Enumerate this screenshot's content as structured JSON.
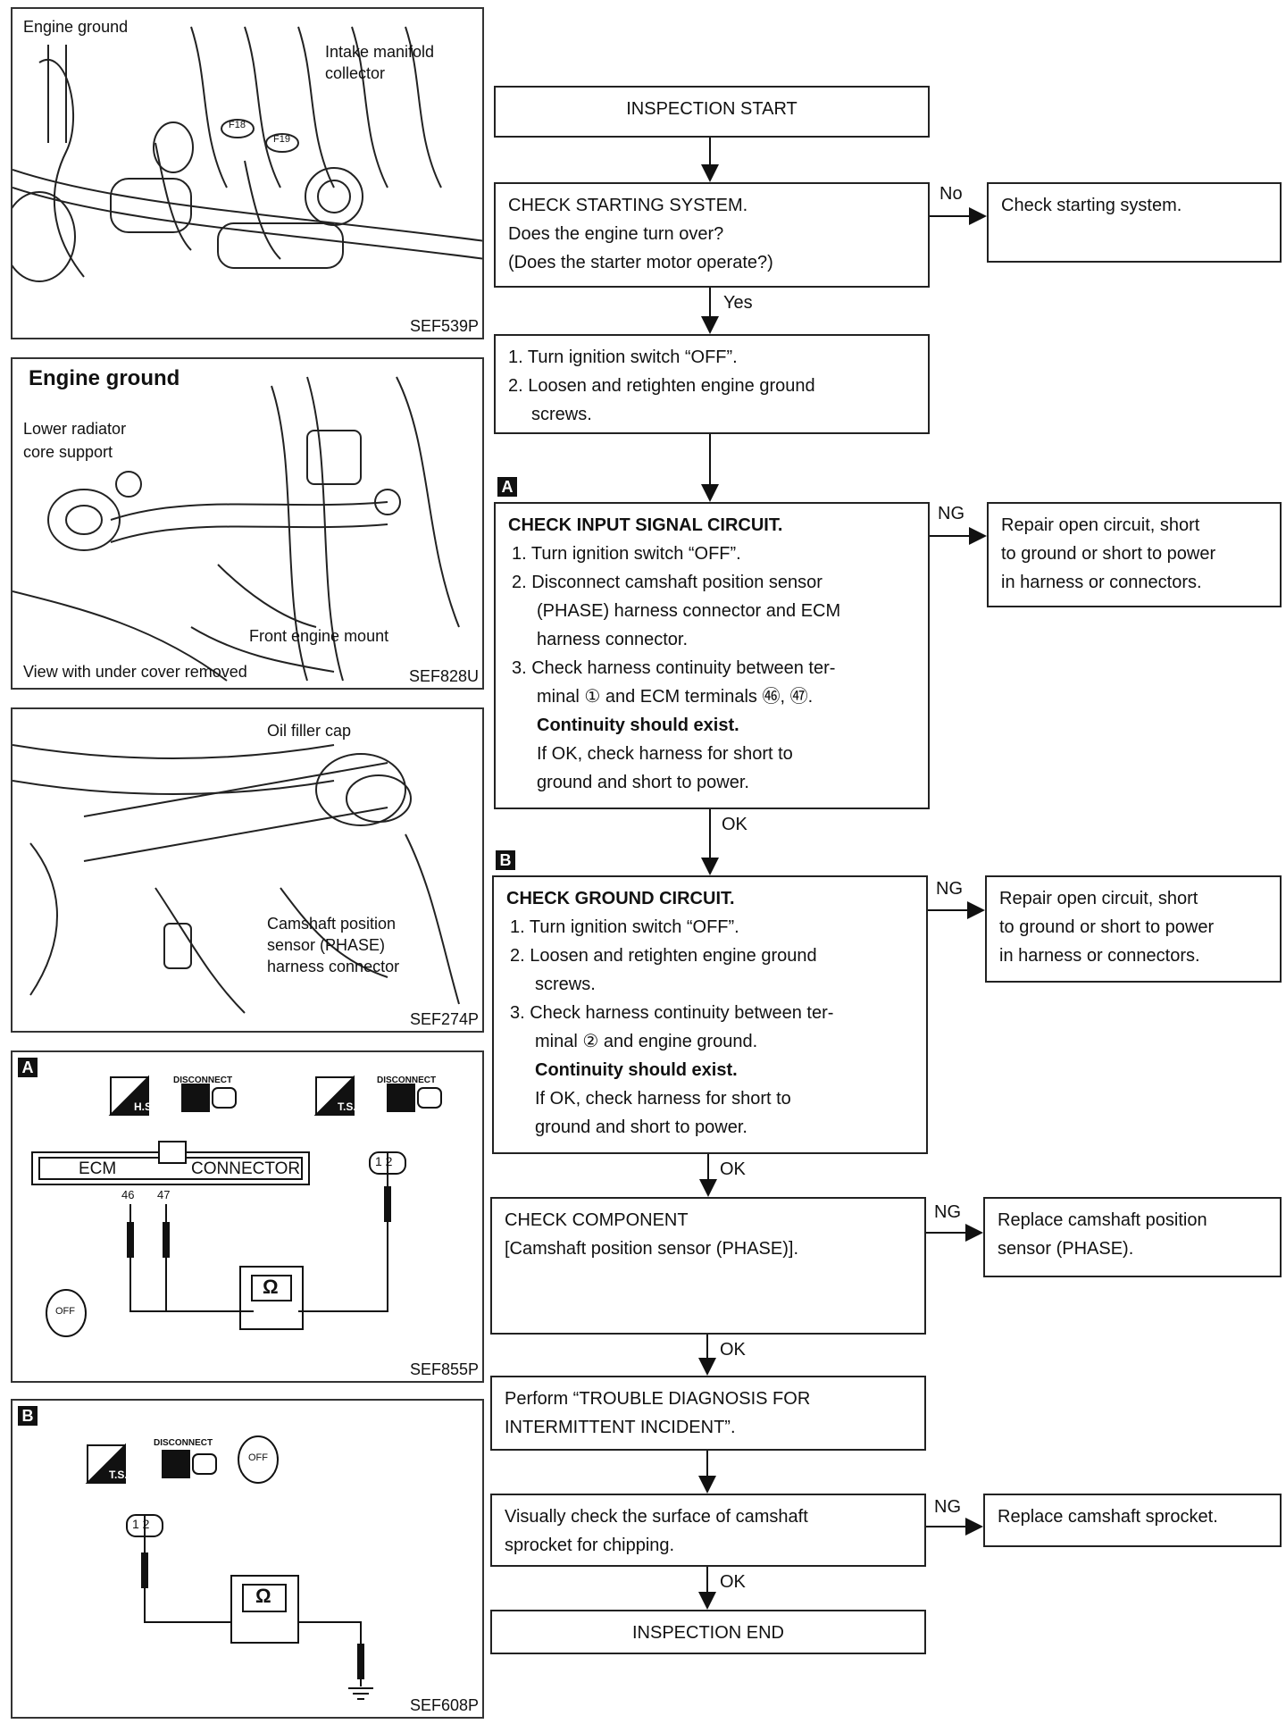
{
  "panels": {
    "p1": {
      "code": "SEF539P",
      "label1": "Engine ground",
      "label2": "Intake manifold",
      "label3": "collector",
      "c1": "F18",
      "c2": "F19"
    },
    "p2": {
      "code": "SEF828U",
      "title": "Engine ground",
      "label1": "Lower radiator",
      "label2": "core support",
      "label3": "Front engine mount",
      "label4": "View with under cover removed"
    },
    "p3": {
      "code": "SEF274P",
      "label1": "Oil filler cap",
      "label2": "Camshaft position",
      "label3": "sensor (PHASE)",
      "label4": "harness connector"
    },
    "p4": {
      "code": "SEF855P",
      "tag": "A",
      "ecm": "ECM",
      "connector": "CONNECTOR",
      "disc1": "DISCONNECT",
      "disc2": "DISCONNECT",
      "hs": "H.S.",
      "ts": "T.S.",
      "t46": "46",
      "t47": "47",
      "pin": "1 2",
      "ohm": "Ω",
      "off": "OFF"
    },
    "p5": {
      "code": "SEF608P",
      "tag": "B",
      "disc": "DISCONNECT",
      "ts": "T.S.",
      "pin": "1 2",
      "ohm": "Ω",
      "off": "OFF"
    }
  },
  "flow": {
    "start": "INSPECTION START",
    "check_start": {
      "l1": "CHECK STARTING SYSTEM.",
      "l2": "Does the engine turn over?",
      "l3": "(Does the starter motor operate?)"
    },
    "no": "No",
    "check_start_action": "Check starting system.",
    "yes": "Yes",
    "step1": {
      "l1": "1. Turn ignition switch “OFF”.",
      "l2": "2. Loosen and retighten engine ground",
      "l3": "screws."
    },
    "tagA": "A",
    "input": {
      "title": "CHECK INPUT SIGNAL CIRCUIT.",
      "s1": "1. Turn ignition switch “OFF”.",
      "s2a": "2. Disconnect camshaft position sensor",
      "s2b": "(PHASE) harness connector and ECM",
      "s2c": "harness connector.",
      "s3a": "3. Check harness continuity between ter-",
      "s3b": "minal ① and ECM terminals ㊻, ㊼.",
      "s3c": "Continuity should exist.",
      "s3d": "If OK, check harness for short to",
      "s3e": "ground and short to power."
    },
    "ng1": "NG",
    "repair1": {
      "l1": "Repair open circuit, short",
      "l2": "to ground or short to power",
      "l3": "in harness or connectors."
    },
    "ok1": "OK",
    "tagB": "B",
    "ground": {
      "title": "CHECK GROUND CIRCUIT.",
      "s1": "1. Turn ignition switch “OFF”.",
      "s2a": "2. Loosen and retighten engine ground",
      "s2b": "screws.",
      "s3a": "3. Check harness continuity between ter-",
      "s3b": "minal ② and engine ground.",
      "s3c": "Continuity should exist.",
      "s3d": "If OK, check harness for short to",
      "s3e": "ground and short to power."
    },
    "ng2": "NG",
    "repair2": {
      "l1": "Repair open circuit, short",
      "l2": "to ground or short to power",
      "l3": "in harness or connectors."
    },
    "ok2": "OK",
    "component": {
      "l1": "CHECK COMPONENT",
      "l2": "[Camshaft position sensor (PHASE)]."
    },
    "ng3": "NG",
    "replace1": {
      "l1": "Replace camshaft position",
      "l2": "sensor (PHASE)."
    },
    "ok3": "OK",
    "perform": {
      "l1": "Perform “TROUBLE DIAGNOSIS FOR",
      "l2": "INTERMITTENT INCIDENT”."
    },
    "visual": {
      "l1": "Visually check the surface of camshaft",
      "l2": "sprocket for chipping."
    },
    "ng4": "NG",
    "replace2": "Replace camshaft sprocket.",
    "ok4": "OK",
    "end": "INSPECTION END"
  }
}
